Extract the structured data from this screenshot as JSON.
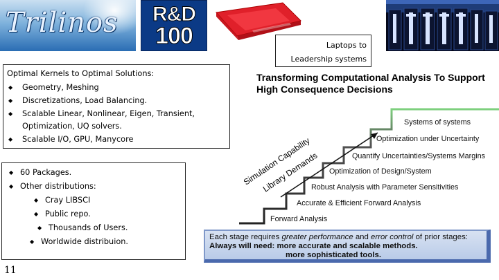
{
  "logos": {
    "trilinos": "Trilinos",
    "rd100_top": "R&D",
    "rd100_bottom": "100"
  },
  "callout": {
    "line1": "Laptops to",
    "line2": "Leadership systems"
  },
  "kernels": {
    "heading": "Optimal Kernels to Optimal Solutions:",
    "items": [
      "Geometry, Meshing",
      "Discretizations, Load Balancing.",
      "Scalable Linear, Nonlinear, Eigen, Transient, Optimization, UQ solvers.",
      "Scalable I/O, GPU, Manycore"
    ]
  },
  "packages": {
    "items": [
      "60 Packages.",
      "Other distributions:"
    ],
    "sub_items": [
      "Cray LIBSCI",
      "Public repo.",
      "Thousands of Users."
    ],
    "last_item": "Worldwide distribuion."
  },
  "page_number": "11",
  "diagram": {
    "title": "Transforming Computational Analysis To Support High Consequence Decisions",
    "axis_label_1": "Simulation Capability",
    "axis_label_2": "Library Demands",
    "stages": [
      "Forward Analysis",
      "Accurate & Efficient Forward Analysis",
      "Robust Analysis with Parameter Sensitivities",
      "Optimization of Design/System",
      "Quantify Uncertainties/Systems Margins",
      "Optimization under Uncertainty",
      "Systems of systems"
    ]
  },
  "note": {
    "line1_pre": "Each stage requires ",
    "line1_em1": "greater performance",
    "line1_mid": " and ",
    "line1_em2": "error control",
    "line1_post": " of prior stages:",
    "line2": "Always will need: more accurate and scalable methods.",
    "line3": "more sophisticated tools."
  },
  "colors": {
    "note_bg": "#c8d6ee",
    "note_border": "#4a69ad",
    "stair_top": "#7fd07f",
    "logo_blue": "#0b3a86"
  }
}
